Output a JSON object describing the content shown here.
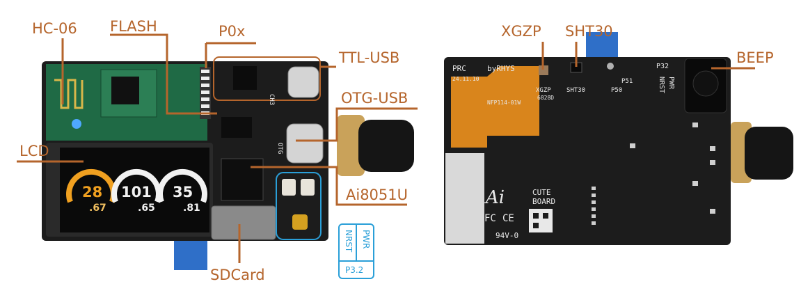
{
  "labels": {
    "hc06": "HC-06",
    "flash": "FLASH",
    "p0x": "P0x",
    "ttl_usb": "TTL-USB",
    "otg_usb": "OTG-USB",
    "lcd": "LCD",
    "ai8051u": "Ai8051U",
    "sdcard": "SDCard",
    "xgzp": "XGZP",
    "sht30": "SHT30",
    "beep": "BEEP"
  },
  "gauges": [
    {
      "value": "28",
      "decimal": ".67",
      "color": "#f0a020"
    },
    {
      "value": "101",
      "decimal": ".65",
      "color": "#f2f2f2"
    },
    {
      "value": "35",
      "decimal": ".81",
      "color": "#f2f2f2"
    }
  ],
  "button_box": {
    "pwr": "PWR",
    "nrst": "NRST",
    "p32": "P3.2"
  },
  "back_silkscreen": {
    "prc": "PRC",
    "byrhys": "byRHYS",
    "date": "24.11.10",
    "xgzp": "XGZP",
    "xgzp_code": "6828D",
    "sht30": "SHT30",
    "p50": "P50",
    "p51": "P51",
    "p32": "P32",
    "nrst": "NRST",
    "pwr": "PWR",
    "ai": "Ai",
    "cute": "CUTE",
    "board": "BOARD",
    "fc": "FC",
    "ce": "CE",
    "rating": "94V-0",
    "fpc": "NFP114-01W",
    "otg_silk": "OTG",
    "ch_silk": "CH3"
  },
  "colors": {
    "label": "#b5652c",
    "pcb": "#1c1c1c",
    "bt_module": "#1f6a45",
    "box": "#2a9fd8",
    "blue_tab": "#2f6fc8",
    "fpc": "#d9851c"
  }
}
